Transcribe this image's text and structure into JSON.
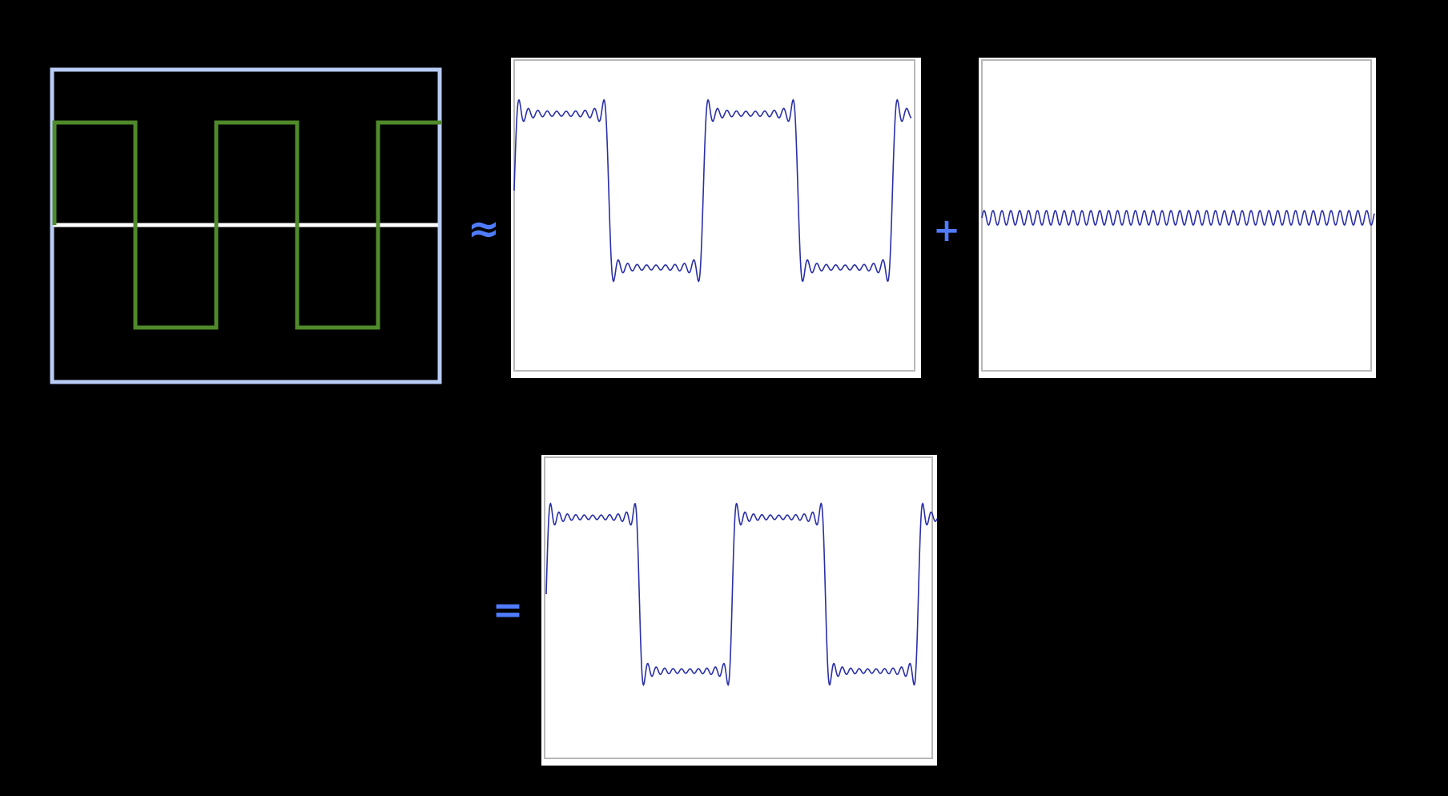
{
  "colors": {
    "background": "#000000",
    "ideal_frame": "#b9ccf5",
    "ideal_wave": "#4f8a2b",
    "ideal_axis": "#ffffff",
    "operator": "#4f7cff",
    "plot_background": "#ffffff",
    "plot_frame": "#b8b8b8",
    "plot_trace": "#2a2fa8"
  },
  "operators": {
    "approx": "≈",
    "plus": "+",
    "equals": "="
  },
  "panels": {
    "ideal_square_wave": {
      "type": "square-wave",
      "periods_shown": 2.4,
      "level_high": 1,
      "level_low": -1
    },
    "approximation": {
      "type": "fourier-square-wave",
      "harmonics": [
        1,
        3,
        5,
        7,
        9,
        11,
        13,
        15,
        17,
        19
      ],
      "periods_shown": 2.1
    },
    "added_harmonic": {
      "type": "sine",
      "harmonic_order": 21,
      "periods_shown": 2.1
    },
    "result": {
      "type": "fourier-square-wave",
      "harmonics": [
        1,
        3,
        5,
        7,
        9,
        11,
        13,
        15,
        17,
        19,
        21
      ],
      "periods_shown": 2.1
    }
  }
}
